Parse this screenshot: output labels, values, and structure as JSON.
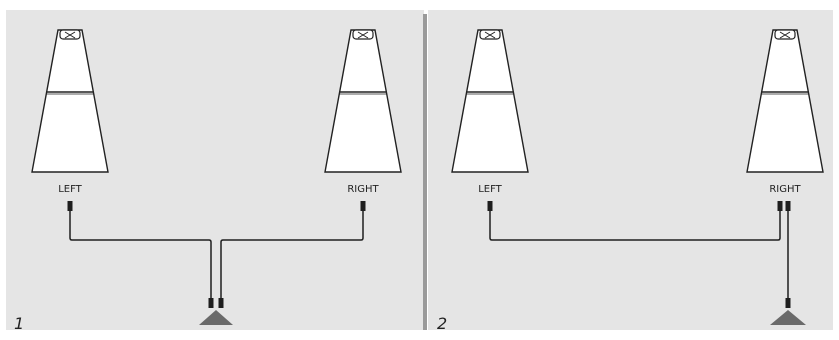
{
  "panels": [
    {
      "number": "1",
      "speakers": [
        {
          "label": "LEFT",
          "icon": "speaker-icon"
        },
        {
          "label": "RIGHT",
          "icon": "speaker-icon"
        }
      ],
      "source_icon": "triangle-source-icon"
    },
    {
      "number": "2",
      "speakers": [
        {
          "label": "LEFT",
          "icon": "speaker-icon"
        },
        {
          "label": "RIGHT",
          "icon": "speaker-icon"
        }
      ],
      "source_icon": "triangle-source-icon"
    }
  ],
  "colors": {
    "panel_background": "#e5e5e5",
    "divider": "#9a9a9a",
    "line": "#1e1e1e",
    "source": "#6a6a6a",
    "speaker_fill": "#ffffff"
  }
}
